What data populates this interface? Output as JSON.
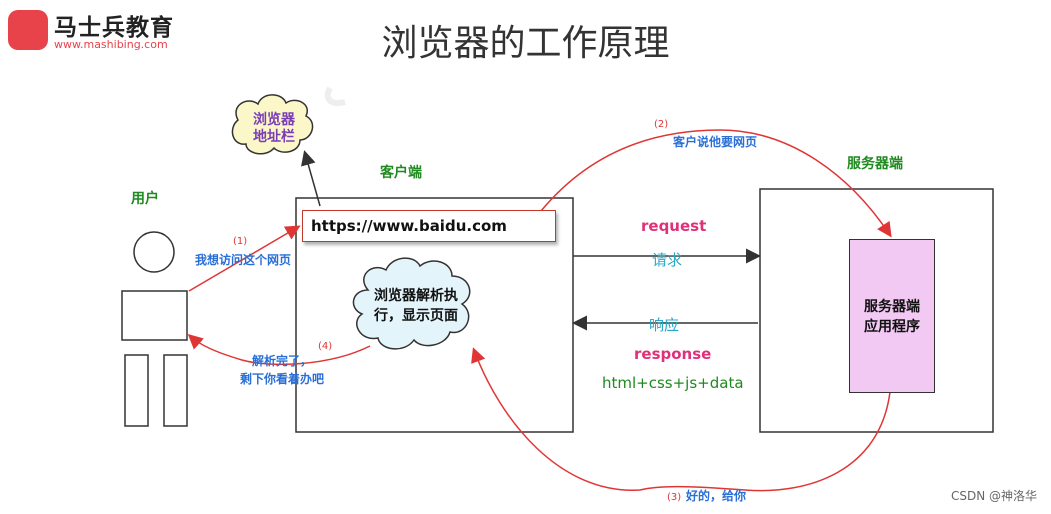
{
  "header": {
    "brand_name": "马士兵教育",
    "brand_url": "www.mashibing.com",
    "title": "浏览器的工作原理"
  },
  "nodes": {
    "user": "用户",
    "client": "客户端",
    "server": "服务器端",
    "address_bar_cloud_line1": "浏览器",
    "address_bar_cloud_line2": "地址栏",
    "url": "https://www.baidu.com",
    "render_cloud_line1": "浏览器解析执",
    "render_cloud_line2": "行，显示页面",
    "server_app_line1": "服务器端",
    "server_app_line2": "应用程序"
  },
  "steps": {
    "s1_num": "(1)",
    "s1_text": "我想访问这个网页",
    "s2_num": "(2)",
    "s2_text": "客户说他要网页",
    "s3_num": "(3)",
    "s3_text": "好的，给你",
    "s4_num": "(4)",
    "s4_text_line1": "解析完了，",
    "s4_text_line2": "剩下你看着办吧"
  },
  "exchange": {
    "request": "request",
    "request_cn": "请求",
    "response_cn": "响应",
    "response": "response",
    "payload": "html+css+js+data"
  },
  "watermark": "CSDN @神洛华",
  "colors": {
    "arrow_red": "#e03535",
    "label_blue": "#2a6fd6",
    "label_green": "#1f8a1f",
    "magenta": "#e0307a",
    "teal": "#2aa8c8",
    "server_app_fill": "#f2c9f3",
    "cloud_fill_yellow": "#fbf7c8",
    "cloud_fill_blue": "#e4f4fb"
  }
}
